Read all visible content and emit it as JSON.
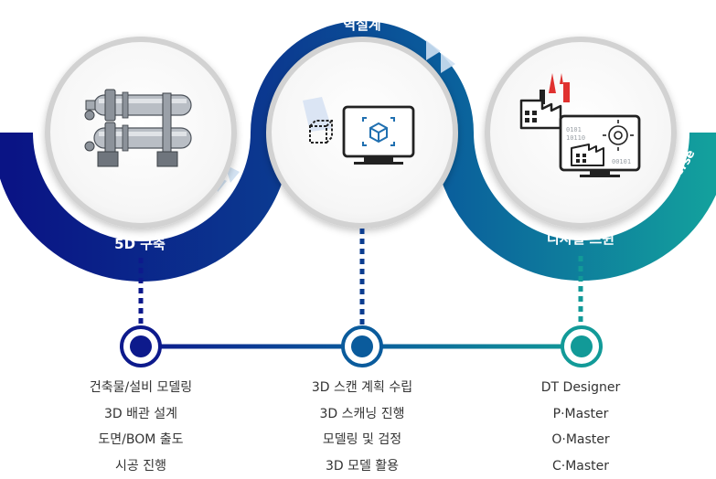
{
  "colors": {
    "navy": "#0d1a8c",
    "mid_blue": "#0a5b9c",
    "teal": "#129a98",
    "circle_ring": "#d2d2d2",
    "text": "#333333"
  },
  "stages": [
    {
      "label": "5D 구축",
      "icon": "heat-exchanger-icon",
      "items": [
        "건축물/설비 모델링",
        "3D 배관 설계",
        "도면/BOM 출도",
        "시공 진행"
      ]
    },
    {
      "label": "역설계",
      "icon": "3d-scan-monitor-icon",
      "items": [
        "3D 스캔 계획 수립",
        "3D 스캐닝 진행",
        "모델링 및 검정",
        "3D 모델 활용"
      ]
    },
    {
      "label": "디지털 트윈",
      "icon": "factory-digital-twin-icon",
      "items": [
        "DT Designer",
        "P·Master",
        "O·Master",
        "C·Master"
      ]
    }
  ],
  "metaverse_label": "Metaverse",
  "binary_text": {
    "line1": "0101",
    "line2": "10110",
    "line3": "00101"
  }
}
